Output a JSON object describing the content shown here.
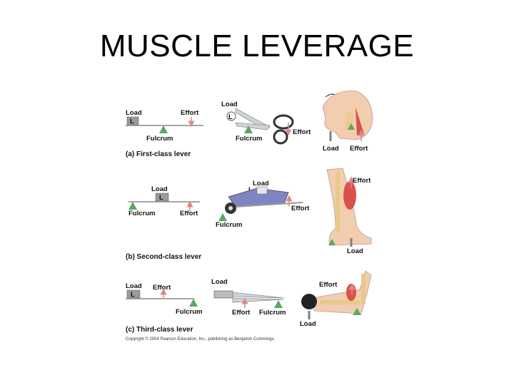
{
  "slide": {
    "title": "MUSCLE LEVERAGE"
  },
  "labels": {
    "load": "Load",
    "effort": "Effort",
    "fulcrum": "Fulcrum",
    "l": "L"
  },
  "captions": {
    "first": "(a) First-class lever",
    "second": "(b) Second-class lever",
    "third": "(c) Third-class lever"
  },
  "copyright": "Copyright © 2004 Pearson Education, Inc., publishing as Benjamin Cummings.",
  "colors": {
    "fulcrum": "#5aa860",
    "effort_arrow": "#d98a84",
    "load_arrow": "#7f7f7f",
    "muscle": "#d8524a",
    "bone": "#e8c98a"
  }
}
